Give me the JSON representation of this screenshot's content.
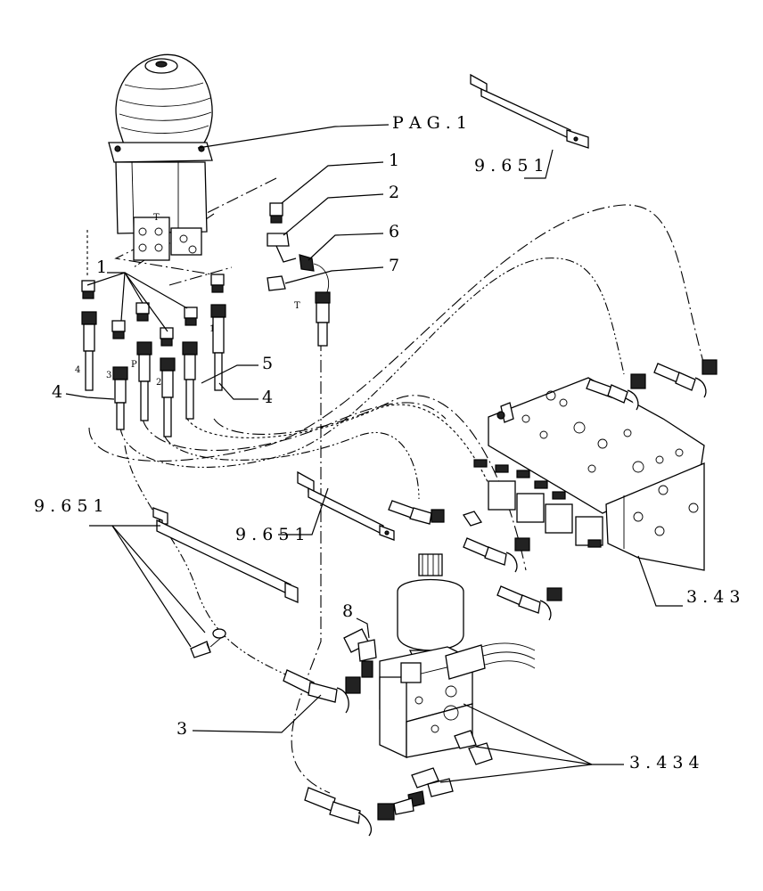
{
  "callouts": {
    "pag1": "P A G . 1",
    "ref_9651_top": "9 . 6 5 1",
    "n1_top": "1",
    "n2": "2",
    "n6": "6",
    "n7": "7",
    "n1_left": "1",
    "n5": "5",
    "n4_left": "4",
    "n4_right": "4",
    "ref_9651_left": "9 . 6 5 1",
    "ref_9651_mid": "9 . 6 5 1",
    "ref_343": "3 . 4 3",
    "n8": "8",
    "n3": "3",
    "ref_3434": "3 . 4 3 4"
  },
  "port_marks": {
    "t_upper": "T",
    "p": "P",
    "n4": "4",
    "n3": "3",
    "n2": "2",
    "n1": "1",
    "t_lower": "T"
  }
}
